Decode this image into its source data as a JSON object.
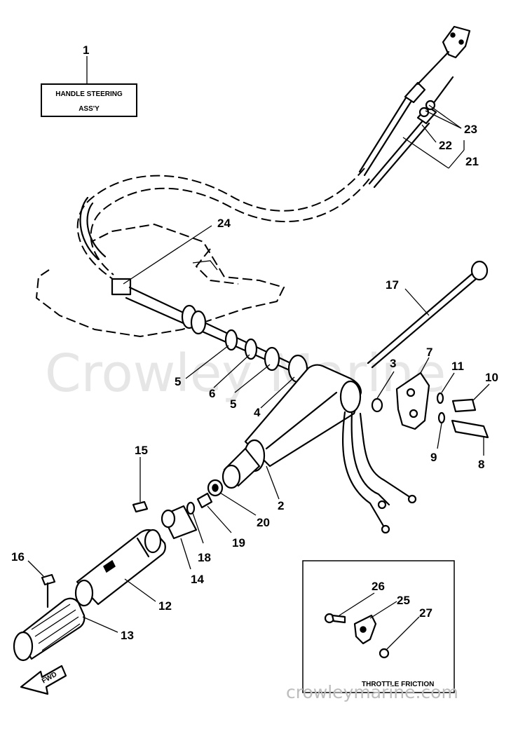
{
  "watermark": "Crowley Marine",
  "footer_url": "crowleymarine.com",
  "assembly_label": {
    "number": "1",
    "line1": "HANDLE STEERING",
    "line2": "ASS'Y"
  },
  "inset_caption": "THROTTLE FRICTION",
  "direction_arrow_label": "FWD",
  "callouts": {
    "c2": "2",
    "c3": "3",
    "c4": "4",
    "c5a": "5",
    "c5b": "5",
    "c6": "6",
    "c7": "7",
    "c8": "8",
    "c9": "9",
    "c10": "10",
    "c11": "11",
    "c12": "12",
    "c13": "13",
    "c14": "14",
    "c15": "15",
    "c16": "16",
    "c17": "17",
    "c18": "18",
    "c19": "19",
    "c20": "20",
    "c21": "21",
    "c22": "22",
    "c23": "23",
    "c24": "24",
    "c25": "25",
    "c26": "26",
    "c27": "27"
  }
}
